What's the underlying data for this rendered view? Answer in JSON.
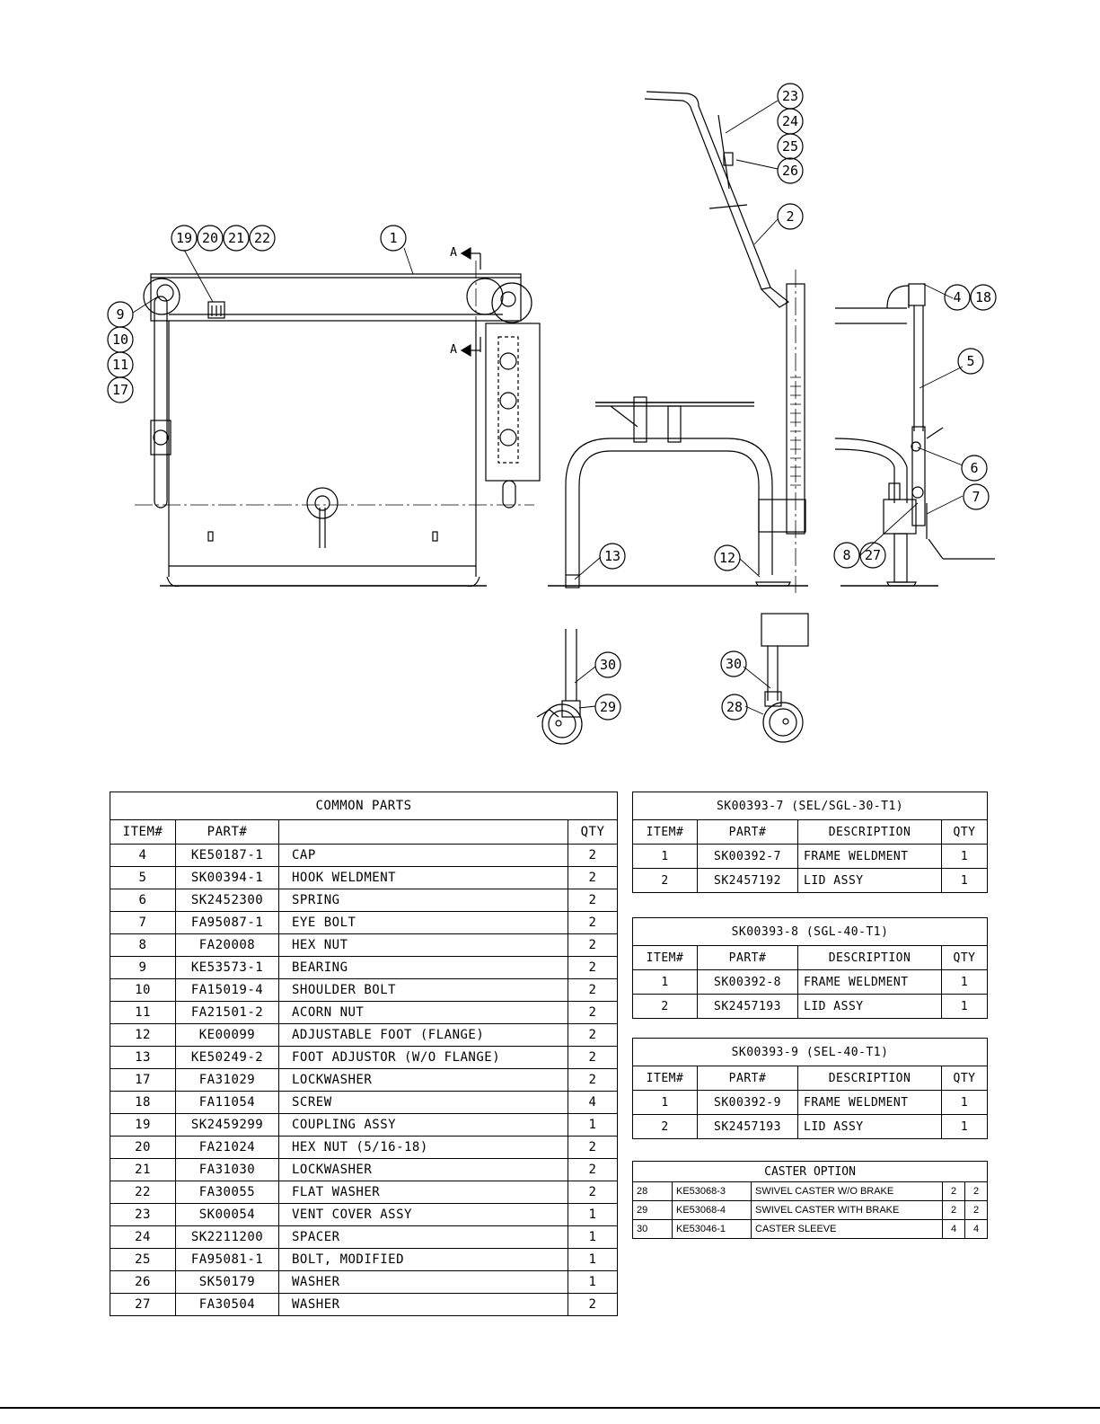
{
  "balloons": {
    "b23": "23",
    "b24": "24",
    "b25": "25",
    "b26": "26",
    "b2": "2",
    "b19": "19",
    "b20": "20",
    "b21": "21",
    "b22": "22",
    "b1": "1",
    "b9": "9",
    "b10": "10",
    "b11": "11",
    "b17": "17",
    "b4": "4",
    "b18": "18",
    "b5": "5",
    "b6": "6",
    "b7": "7",
    "b8": "8",
    "b27": "27",
    "b13": "13",
    "b12": "12",
    "b30a": "30",
    "b29": "29",
    "b30b": "30",
    "b28": "28"
  },
  "section_marks": {
    "a_top": "A",
    "a_bottom": "A"
  },
  "common_parts": {
    "title": "COMMON PARTS",
    "headers": {
      "item": "ITEM#",
      "part": "PART#",
      "desc": "",
      "qty": "QTY"
    },
    "rows": [
      {
        "item": "4",
        "part": "KE50187-1",
        "desc": "CAP",
        "qty": "2"
      },
      {
        "item": "5",
        "part": "SK00394-1",
        "desc": "HOOK WELDMENT",
        "qty": "2"
      },
      {
        "item": "6",
        "part": "SK2452300",
        "desc": "SPRING",
        "qty": "2"
      },
      {
        "item": "7",
        "part": "FA95087-1",
        "desc": "EYE BOLT",
        "qty": "2"
      },
      {
        "item": "8",
        "part": "FA20008",
        "desc": "HEX NUT",
        "qty": "2"
      },
      {
        "item": "9",
        "part": "KE53573-1",
        "desc": "BEARING",
        "qty": "2"
      },
      {
        "item": "10",
        "part": "FA15019-4",
        "desc": "SHOULDER BOLT",
        "qty": "2"
      },
      {
        "item": "11",
        "part": "FA21501-2",
        "desc": "ACORN NUT",
        "qty": "2"
      },
      {
        "item": "12",
        "part": "KE00099",
        "desc": "ADJUSTABLE FOOT (FLANGE)",
        "qty": "2"
      },
      {
        "item": "13",
        "part": "KE50249-2",
        "desc": "FOOT ADJUSTOR (W/O FLANGE)",
        "qty": "2"
      },
      {
        "item": "17",
        "part": "FA31029",
        "desc": "LOCKWASHER",
        "qty": "2"
      },
      {
        "item": "18",
        "part": "FA11054",
        "desc": "SCREW",
        "qty": "4"
      },
      {
        "item": "19",
        "part": "SK2459299",
        "desc": "COUPLING ASSY",
        "qty": "1"
      },
      {
        "item": "20",
        "part": "FA21024",
        "desc": "HEX NUT (5/16-18)",
        "qty": "2"
      },
      {
        "item": "21",
        "part": "FA31030",
        "desc": "LOCKWASHER",
        "qty": "2"
      },
      {
        "item": "22",
        "part": "FA30055",
        "desc": "FLAT WASHER",
        "qty": "2"
      },
      {
        "item": "23",
        "part": "SK00054",
        "desc": "VENT COVER ASSY",
        "qty": "1"
      },
      {
        "item": "24",
        "part": "SK2211200",
        "desc": "SPACER",
        "qty": "1"
      },
      {
        "item": "25",
        "part": "FA95081-1",
        "desc": "BOLT, MODIFIED",
        "qty": "1"
      },
      {
        "item": "26",
        "part": "SK50179",
        "desc": "WASHER",
        "qty": "1"
      },
      {
        "item": "27",
        "part": "FA30504",
        "desc": "WASHER",
        "qty": "2"
      }
    ]
  },
  "variant_tables": [
    {
      "title": "SK00393-7 (SEL/SGL-30-T1)",
      "headers": {
        "item": "ITEM#",
        "part": "PART#",
        "desc": "DESCRIPTION",
        "qty": "QTY"
      },
      "rows": [
        {
          "item": "1",
          "part": "SK00392-7",
          "desc": "FRAME WELDMENT",
          "qty": "1"
        },
        {
          "item": "2",
          "part": "SK2457192",
          "desc": "LID ASSY",
          "qty": "1"
        }
      ]
    },
    {
      "title": "SK00393-8 (SGL-40-T1)",
      "headers": {
        "item": "ITEM#",
        "part": "PART#",
        "desc": "DESCRIPTION",
        "qty": "QTY"
      },
      "rows": [
        {
          "item": "1",
          "part": "SK00392-8",
          "desc": "FRAME WELDMENT",
          "qty": "1"
        },
        {
          "item": "2",
          "part": "SK2457193",
          "desc": "LID ASSY",
          "qty": "1"
        }
      ]
    },
    {
      "title": "SK00393-9 (SEL-40-T1)",
      "headers": {
        "item": "ITEM#",
        "part": "PART#",
        "desc": "DESCRIPTION",
        "qty": "QTY"
      },
      "rows": [
        {
          "item": "1",
          "part": "SK00392-9",
          "desc": "FRAME WELDMENT",
          "qty": "1"
        },
        {
          "item": "2",
          "part": "SK2457193",
          "desc": "LID ASSY",
          "qty": "1"
        }
      ]
    }
  ],
  "caster_option": {
    "title": "CASTER OPTION",
    "rows": [
      {
        "item": "28",
        "part": "KE53068-3",
        "desc": "SWIVEL CASTER W/O BRAKE",
        "q1": "2",
        "q2": "2"
      },
      {
        "item": "29",
        "part": "KE53068-4",
        "desc": "SWIVEL CASTER WITH BRAKE",
        "q1": "2",
        "q2": "2"
      },
      {
        "item": "30",
        "part": "KE53046-1",
        "desc": "CASTER SLEEVE",
        "q1": "4",
        "q2": "4"
      }
    ]
  }
}
